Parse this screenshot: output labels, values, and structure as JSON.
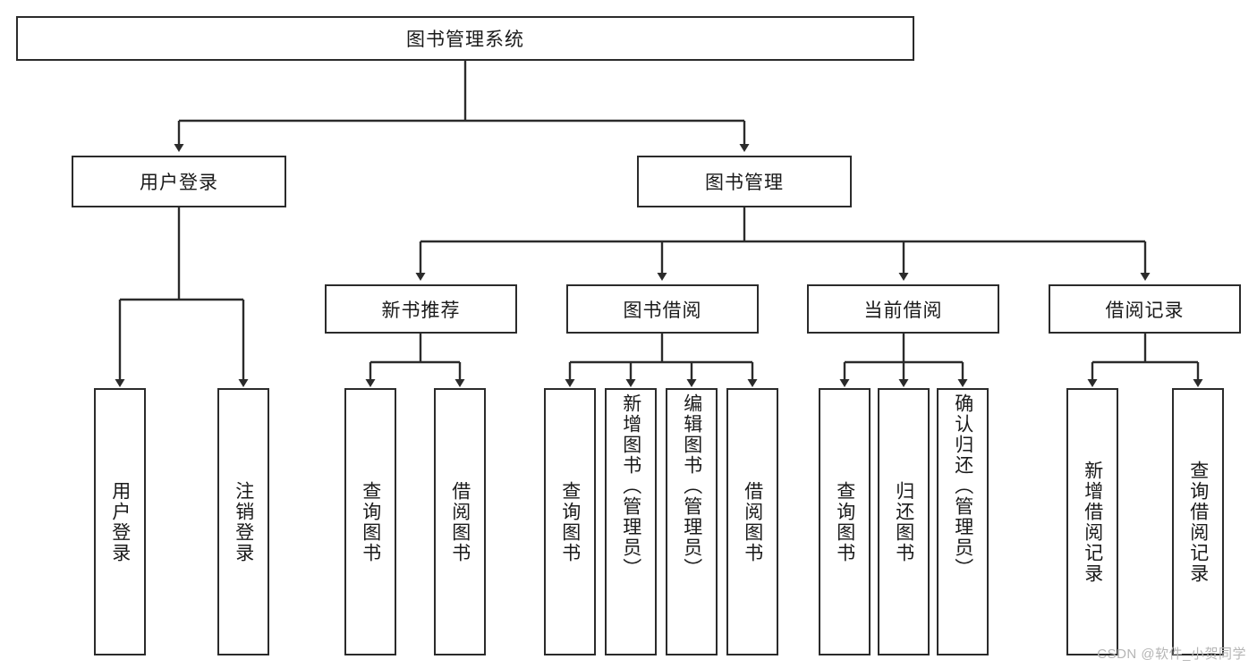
{
  "diagram": {
    "type": "tree",
    "title": "图书管理系统",
    "root": {
      "label": "图书管理系统"
    },
    "level2": [
      {
        "label": "用户登录"
      },
      {
        "label": "图书管理"
      }
    ],
    "level3": [
      {
        "label": "新书推荐"
      },
      {
        "label": "图书借阅"
      },
      {
        "label": "当前借阅"
      },
      {
        "label": "借阅记录"
      }
    ],
    "leaves": {
      "user_login": [
        {
          "label": "用户登录"
        },
        {
          "label": "注销登录"
        }
      ],
      "new_book_recommend": [
        {
          "label": "查询图书"
        },
        {
          "label": "借阅图书"
        }
      ],
      "book_borrow": [
        {
          "label": "查询图书"
        },
        {
          "label": "新增图书（管理员）"
        },
        {
          "label": "编辑图书（管理员）"
        },
        {
          "label": "借阅图书"
        }
      ],
      "current_borrow": [
        {
          "label": "查询图书"
        },
        {
          "label": "归还图书"
        },
        {
          "label": "确认归还（管理员）"
        }
      ],
      "borrow_record": [
        {
          "label": "新增借阅记录"
        },
        {
          "label": "查询借阅记录"
        }
      ]
    },
    "watermark": "CSDN @软件_小贺同学",
    "colors": {
      "stroke": "#2b2b2b",
      "fill": "#ffffff",
      "text": "#1a1a1a",
      "watermark": "#b5b5b5"
    }
  }
}
